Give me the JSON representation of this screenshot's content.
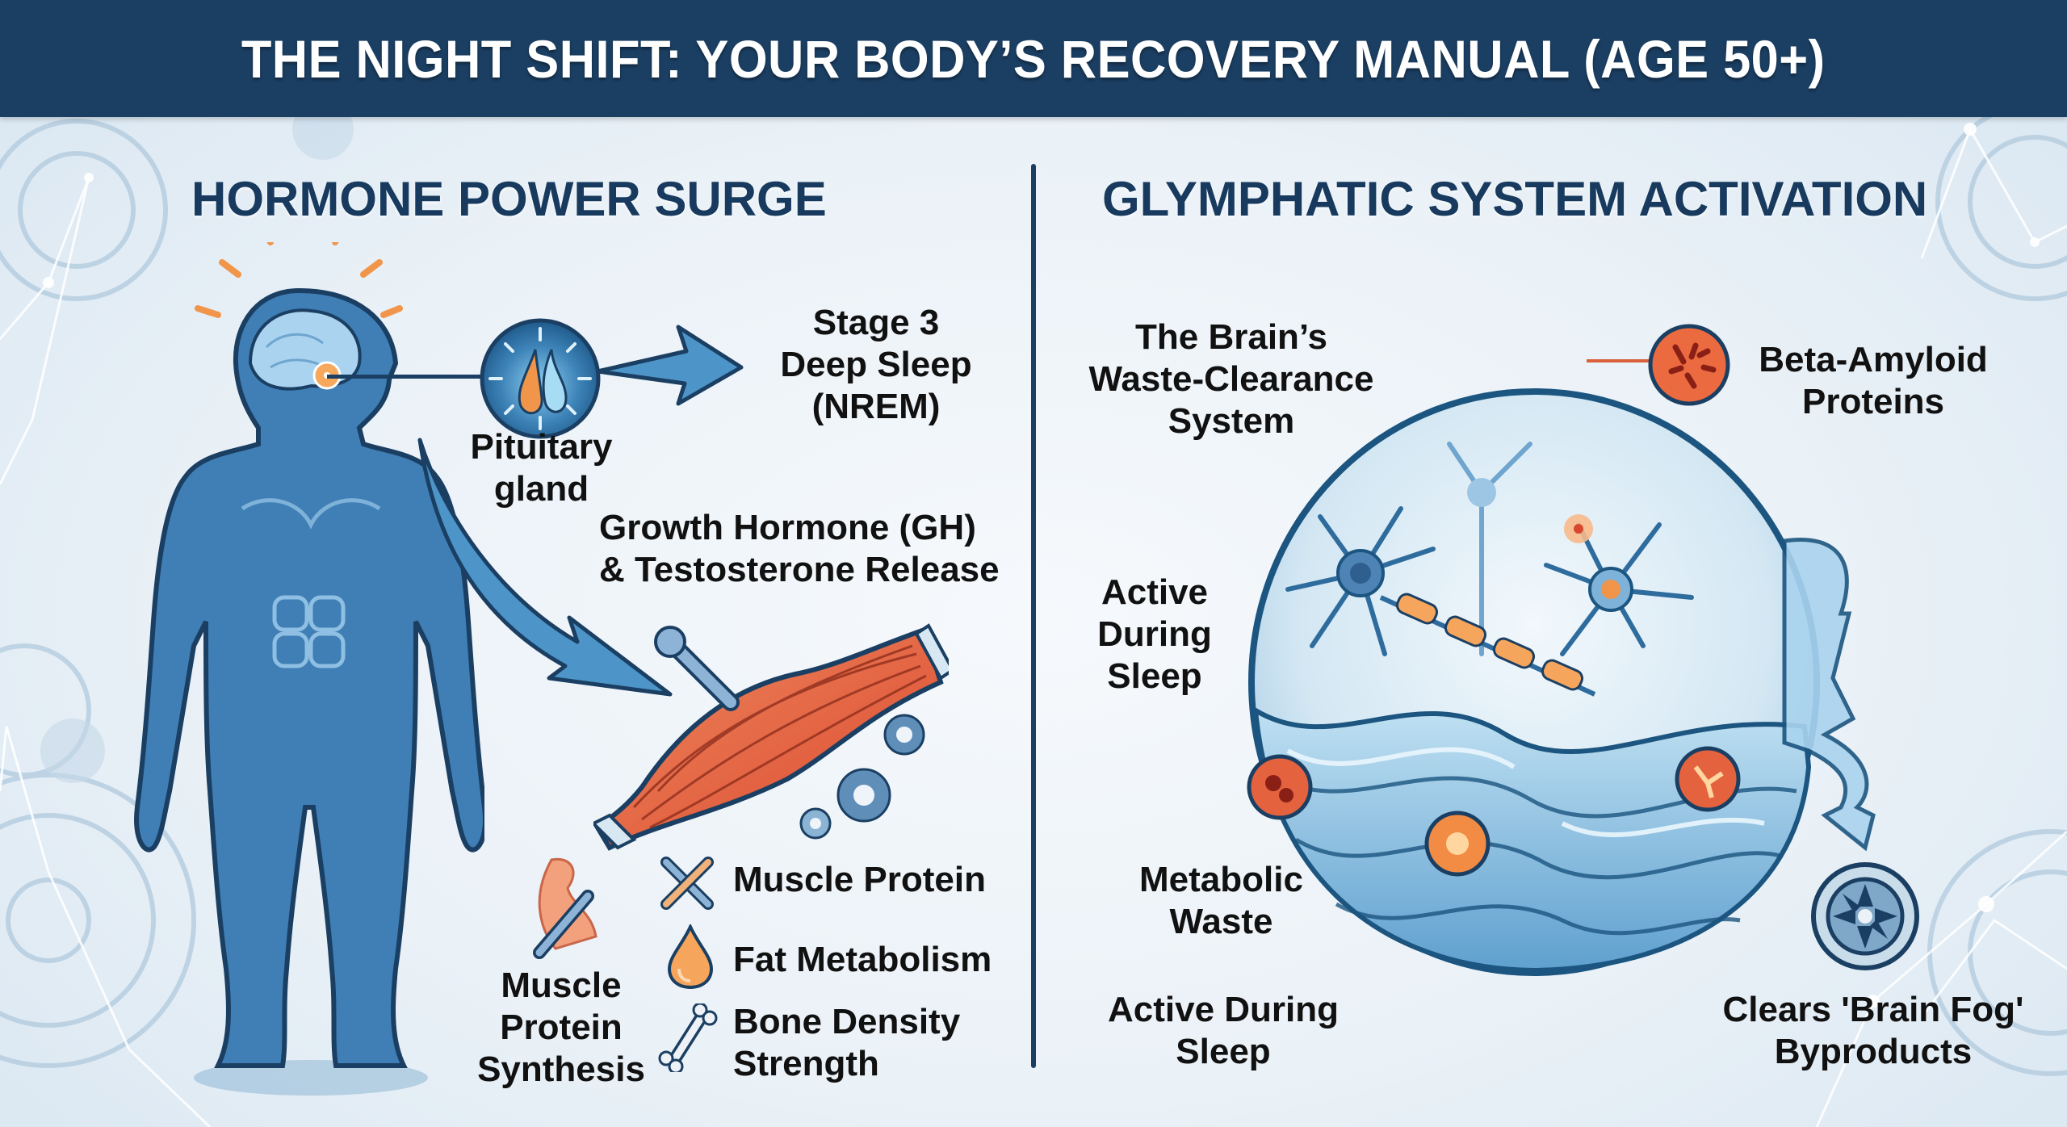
{
  "header": {
    "title": "THE NIGHT SHIFT: YOUR BODY’S RECOVERY MANUAL (AGE 50+)",
    "background_color": "#1b3f63",
    "text_color": "#ffffff"
  },
  "left_panel": {
    "title": "HORMONE POWER SURGE",
    "labels": {
      "pituitary": [
        "Pituitary",
        "gland"
      ],
      "deep_sleep": [
        "Stage 3",
        "Deep Sleep",
        "(NREM)"
      ],
      "hormone_release": [
        "Growth Hormone (GH)",
        "& Testosterone Release"
      ],
      "muscle_synthesis": [
        "Muscle",
        "Protein",
        "Synthesis"
      ]
    },
    "benefits": [
      {
        "icon": "wrenches-icon",
        "label": "Muscle Protein"
      },
      {
        "icon": "fat-drop-icon",
        "label": "Fat Metabolism"
      },
      {
        "icon": "bone-icon",
        "label": "Bone Density\nStrength"
      }
    ],
    "benefit_lines": {
      "b0": "Muscle Protein",
      "b1": "Fat Metabolism",
      "b2a": "Bone Density",
      "b2b": "Strength"
    }
  },
  "right_panel": {
    "title": "GLYMPHATIC SYSTEM ACTIVATION",
    "labels": {
      "system": [
        "The Brain’s",
        "Waste-Clearance",
        "System"
      ],
      "beta_amyloid": [
        "Beta-Amyloid",
        "Proteins"
      ],
      "active_1": [
        "Active",
        "During",
        "Sleep"
      ],
      "metabolic": [
        "Metabolic",
        "Waste"
      ],
      "active_2": [
        "Active During",
        "Sleep"
      ],
      "brain_fog": [
        "Clears 'Brain Fog'",
        "Byproducts"
      ]
    }
  },
  "colors": {
    "navy": "#1b3f63",
    "body_blue": "#3f7fb5",
    "light_blue": "#a9cde6",
    "accent_orange": "#f0954a",
    "muscle_red": "#e4623e",
    "waste_red": "#d9472f",
    "title_text": "#173a5e"
  }
}
